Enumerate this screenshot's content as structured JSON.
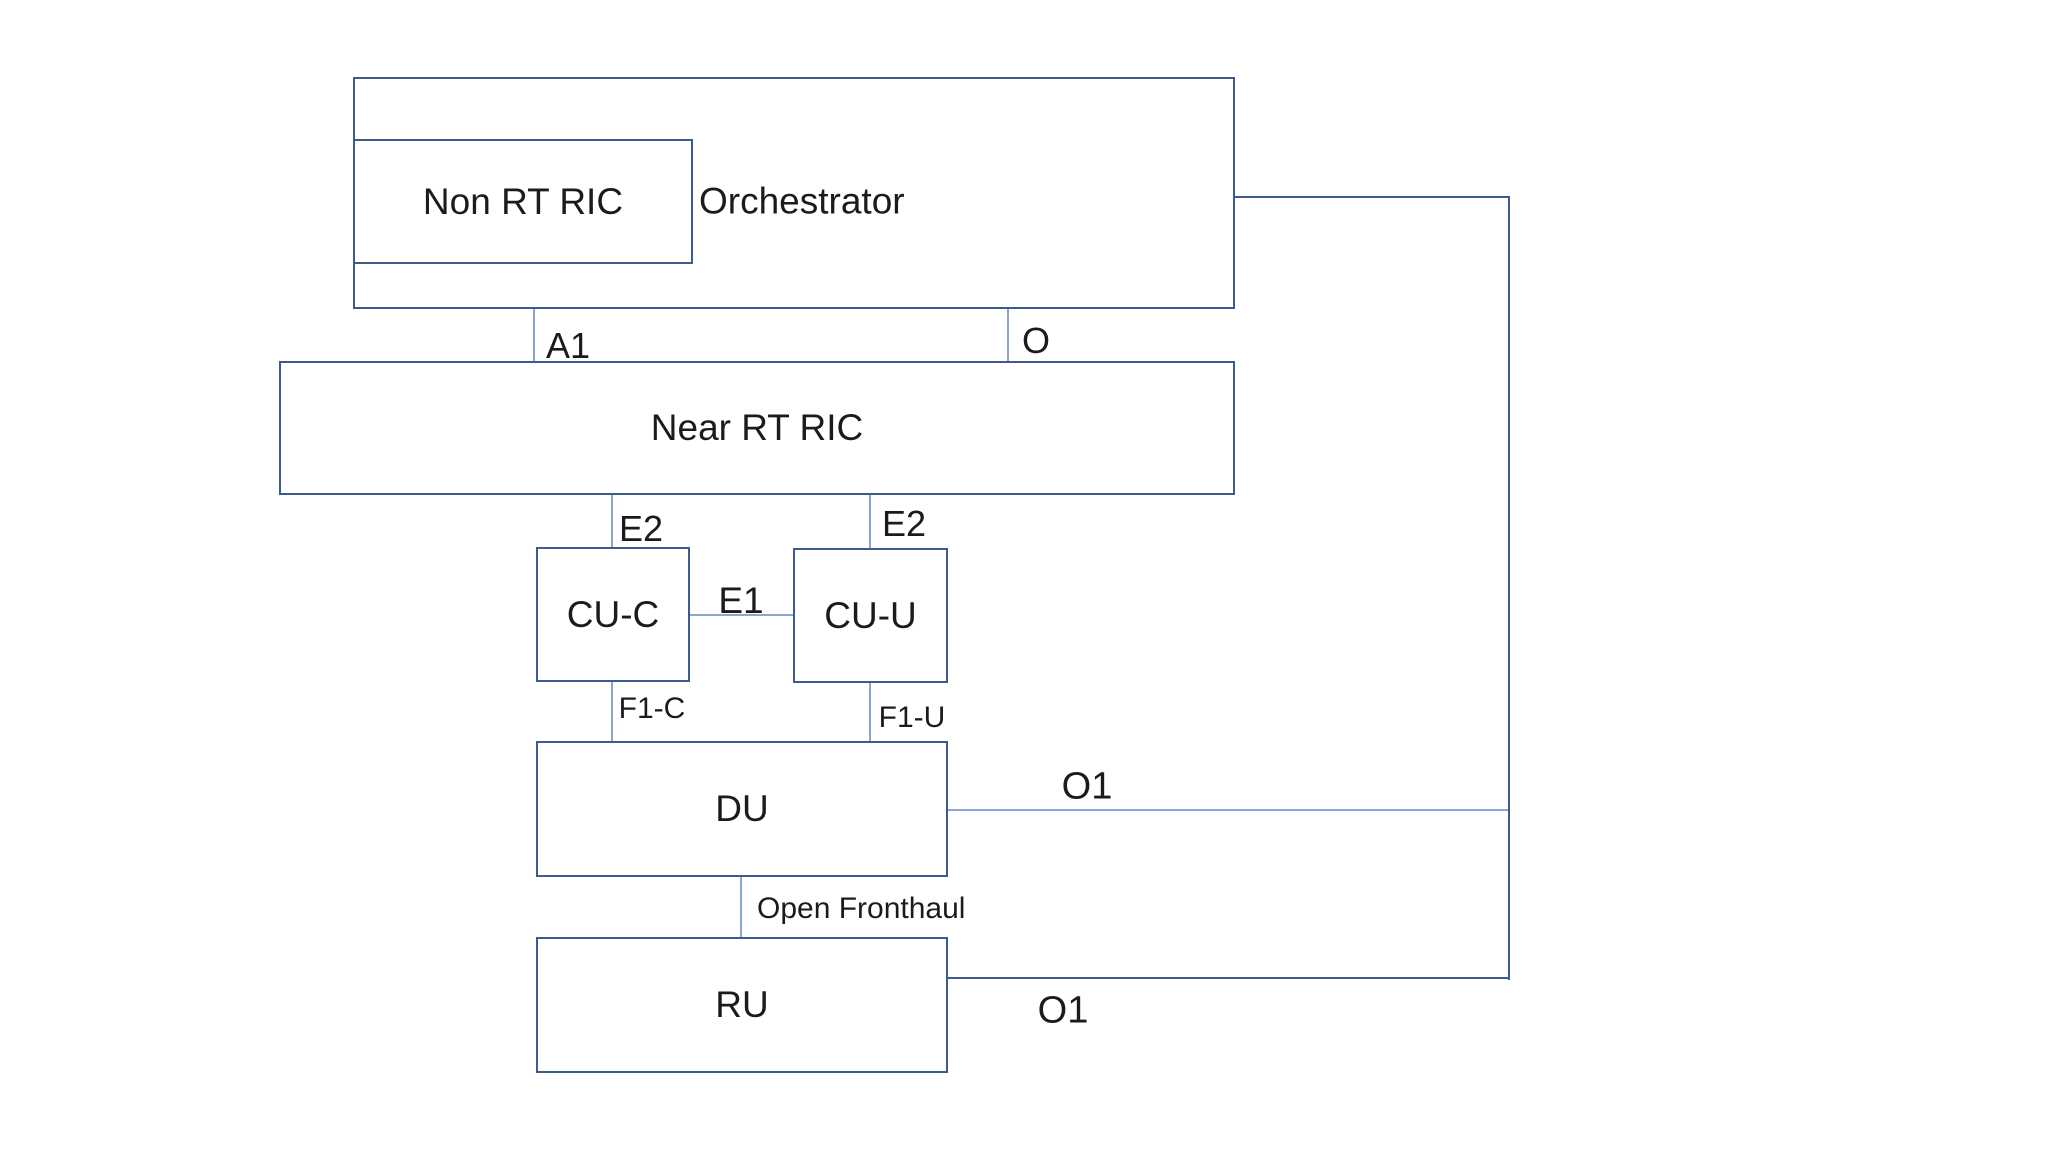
{
  "diagram": {
    "title_hint": "O-RAN architecture block diagram",
    "nodes": {
      "orchestrator": {
        "label": "Orchestrator"
      },
      "non_rt_ric": {
        "label": "Non RT RIC"
      },
      "near_rt_ric": {
        "label": "Near RT RIC"
      },
      "cu_c": {
        "label": "CU-C"
      },
      "cu_u": {
        "label": "CU-U"
      },
      "du": {
        "label": "DU"
      },
      "ru": {
        "label": "RU"
      }
    },
    "interfaces": {
      "a1": {
        "label": "A1"
      },
      "o": {
        "label": "O"
      },
      "e2_left": {
        "label": "E2"
      },
      "e2_right": {
        "label": "E2"
      },
      "e1": {
        "label": "E1"
      },
      "f1_c": {
        "label": "F1-C"
      },
      "f1_u": {
        "label": "F1-U"
      },
      "open_fronthaul": {
        "label": "Open Fronthaul"
      },
      "o1_du": {
        "label": "O1"
      },
      "o1_ru": {
        "label": "O1"
      }
    },
    "colors": {
      "box_border": "#3b5a8e",
      "connector_thin": "#8aa5d2",
      "connector_thick": "#3b5a8e",
      "text": "#1b1b1b",
      "background": "#ffffff"
    }
  }
}
